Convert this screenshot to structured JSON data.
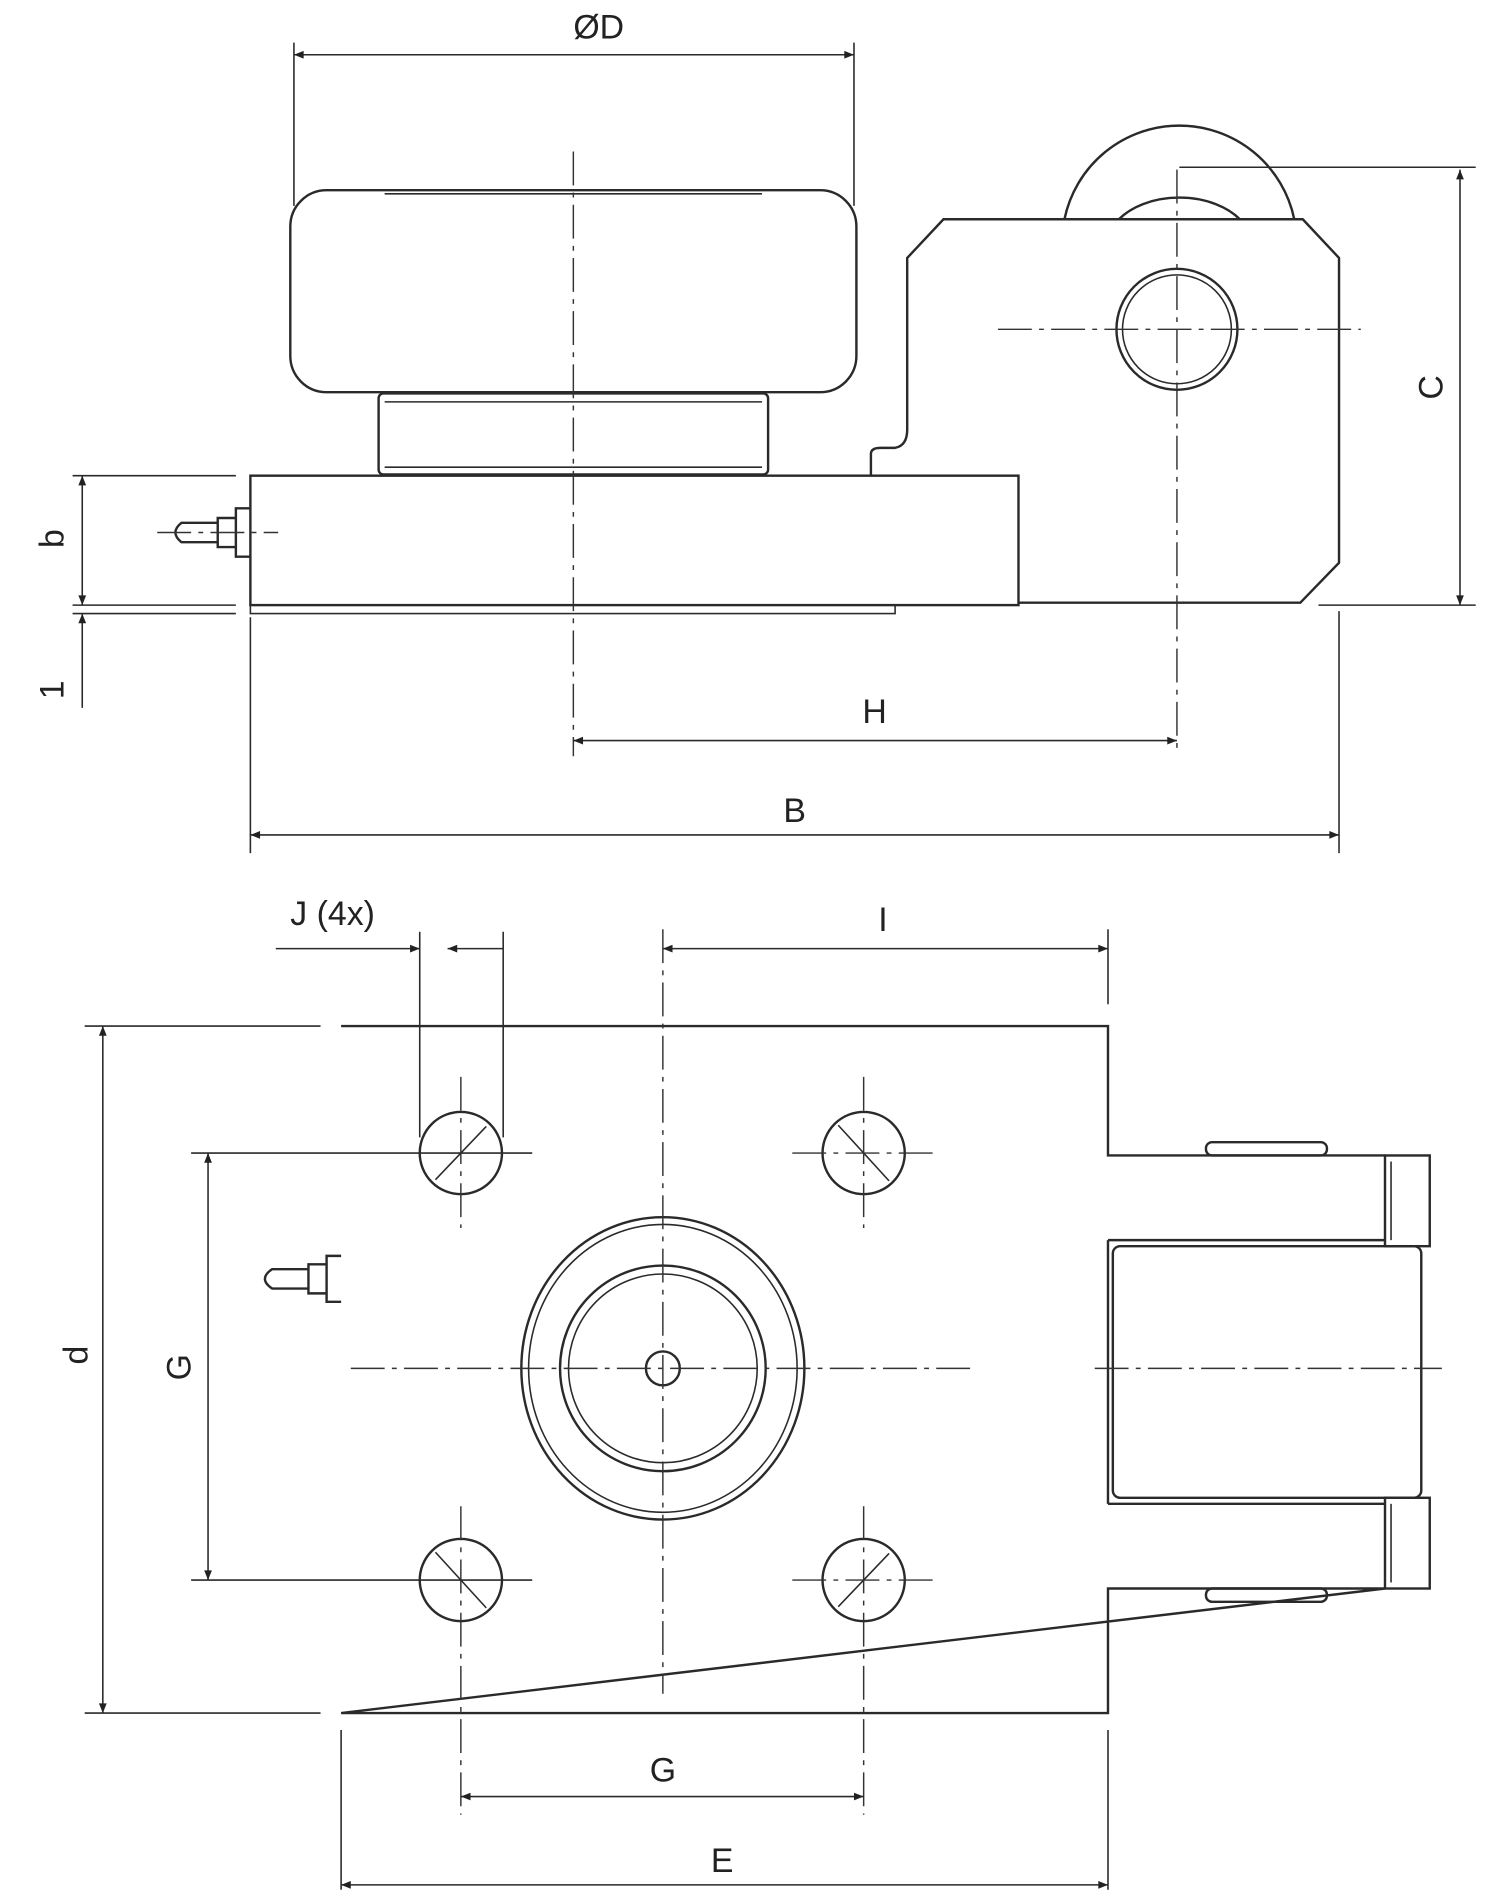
{
  "title": "Roller bearing mount technical drawing",
  "side_view": {
    "diameter_label": "ØD",
    "height_label": "C",
    "base_height_label": "b",
    "plate_label": "1",
    "center_distance_label": "H",
    "overall_length_label": "B"
  },
  "top_view": {
    "hole_label": "J (4x)",
    "offset_label": "I",
    "depth_label": "d",
    "hole_spacing_vertical_label": "G",
    "hole_spacing_horizontal_label": "G",
    "width_label": "E"
  }
}
